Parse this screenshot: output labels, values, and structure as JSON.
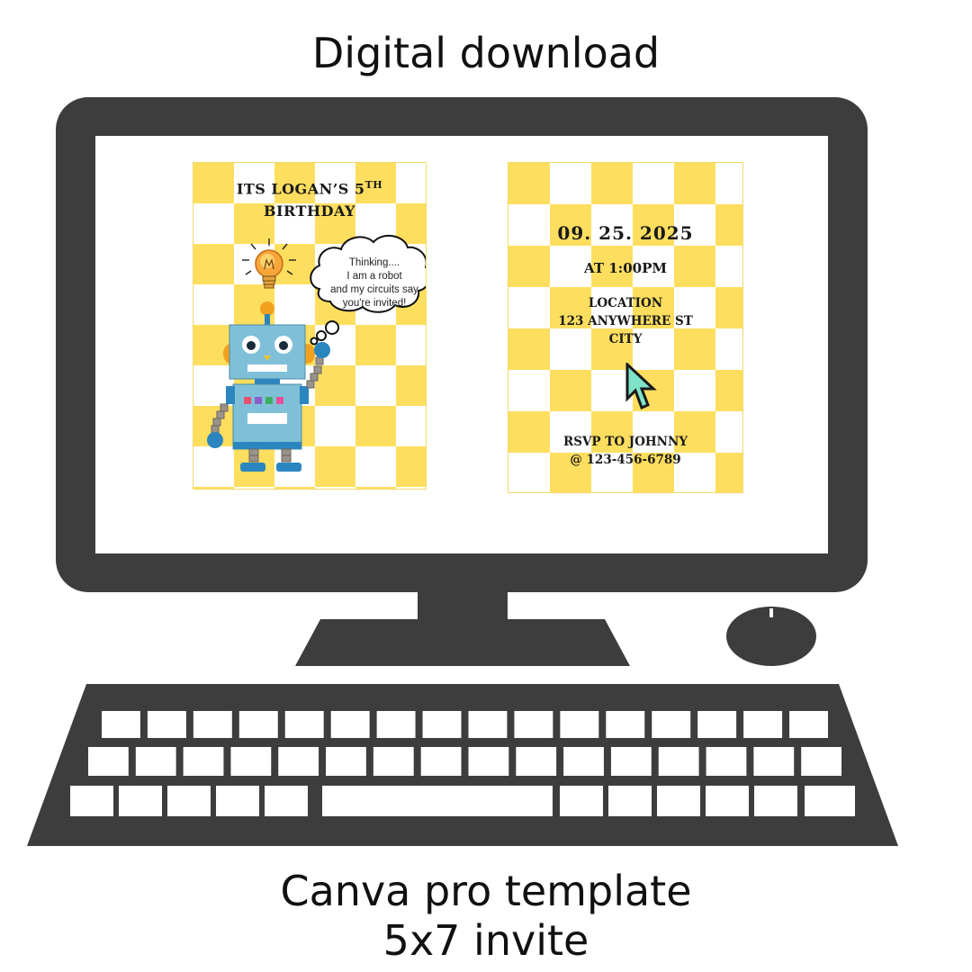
{
  "header": {
    "title": "Digital download"
  },
  "footer": {
    "line1": "Canva pro template",
    "line2": "5x7 invite"
  },
  "left_card": {
    "title_line1": "ITS LOGAN’S  5",
    "title_sup": "TH",
    "title_line2": "BIRTHDAY",
    "thought_lines": [
      "Thinking....",
      "I am a robot",
      "and my circuits say",
      "you're invited!"
    ]
  },
  "right_card": {
    "date": "09. 25. 2025",
    "time": "AT 1:00PM",
    "location_lines": [
      "LOCATION",
      "123 ANYWHERE ST",
      "CITY"
    ],
    "rsvp_lines": [
      "RSVP TO JOHNNY",
      "@ 123-456-6789"
    ]
  },
  "colors": {
    "device": "#3d3d3d",
    "checker_yellow": "#fede5e",
    "robot_body": "#7fc0d8",
    "robot_dark_blue": "#2b86c0",
    "cursor": "#7fe3c8"
  },
  "icons": [
    "lightbulb-icon",
    "robot-illustration",
    "thought-bubble",
    "mouse-cursor-icon",
    "computer-mouse",
    "keyboard"
  ]
}
